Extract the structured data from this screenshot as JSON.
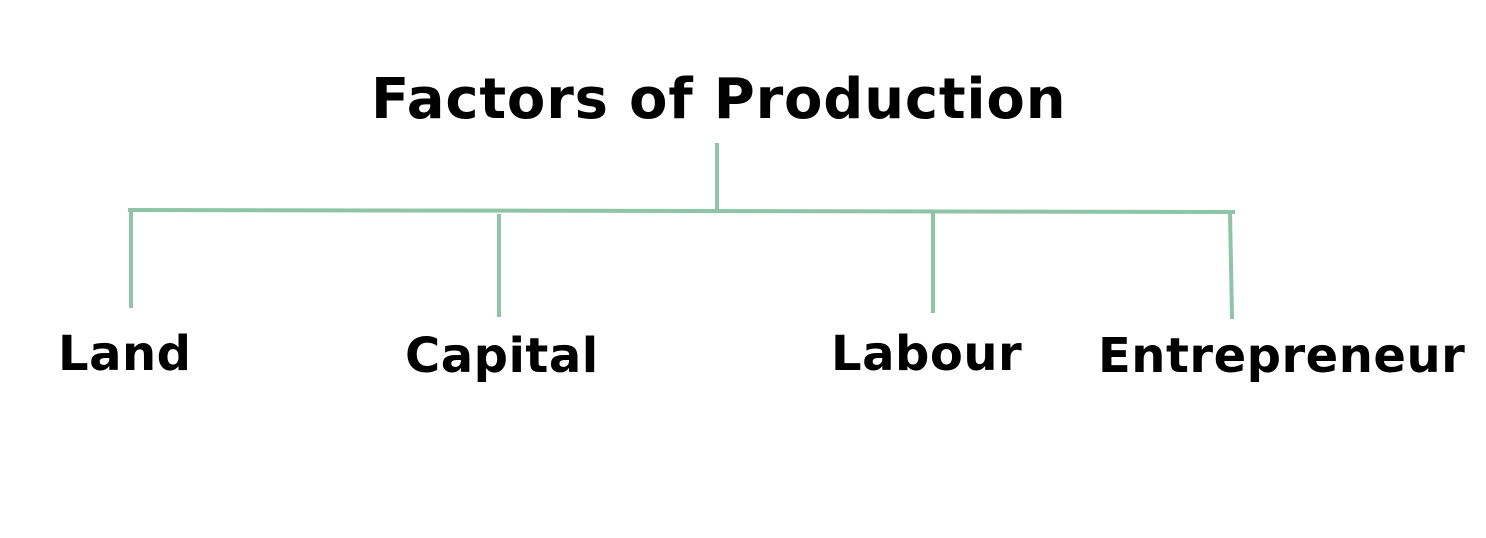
{
  "title": "Factors of Production",
  "nodes": [
    "Land",
    "Capital",
    "Labour",
    "Entrepreneur"
  ],
  "colors": {
    "connector": "#8fc4a6",
    "text": "#000000",
    "background": "#ffffff"
  }
}
